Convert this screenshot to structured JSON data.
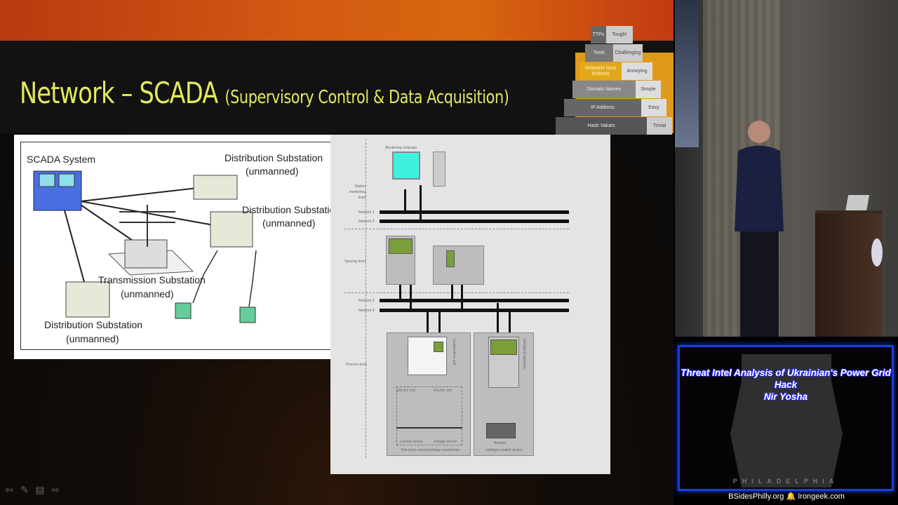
{
  "slide": {
    "title_main": "Network – SCADA",
    "title_sub": "(Supervisory Control & Data Acquisition)",
    "pyramid": [
      {
        "left": "TTPs",
        "right": "Tough!"
      },
      {
        "left": "Tools",
        "right": "Challenging"
      },
      {
        "left": "Network/ Host Artifacts",
        "right": "Annoying"
      },
      {
        "left": "Domain Names",
        "right": "Simple"
      },
      {
        "left": "IP Address",
        "right": "Easy"
      },
      {
        "left": "Hash Values",
        "right": "Trivial"
      }
    ],
    "left_diagram": {
      "scada": "SCADA System",
      "dist1": "Distribution Substation",
      "dist1b": "(unmanned)",
      "dist2": "Distribution Substation",
      "dist2b": "(unmanned)",
      "trans": "Transmission Substation",
      "transb": "(unmanned)",
      "dist3": "Distribution Substation",
      "dist3b": "(unmanned)"
    },
    "right_diagram": {
      "monitoring_computer": "Monitoring computer",
      "station_level": "Station monitoring level",
      "network1": "Network 1",
      "network2": "Network 2",
      "spacing_level": "Spacing level",
      "network3": "Network 3",
      "network4": "Network 4",
      "process_level": "Process level",
      "combination_unit": "Combination unit",
      "electric_unit_1": "Electric unit",
      "electric_unit_2": "Electric unit",
      "current_sensor": "Current sensor",
      "voltage_sensor": "Voltage sensor",
      "transformer": "Electronic current/voltage transformer",
      "intelligent_operation": "Intelligent operation",
      "breaker": "Breaker",
      "switch_device": "Intelligent switch device"
    },
    "nav_icons": [
      "arrow-left-icon",
      "pen-icon",
      "menu-icon",
      "arrow-right-icon"
    ],
    "title_color": "#e3e85c"
  },
  "overlay": {
    "talk_title": "Threat Intel Analysis of Ukrainian's Power Grid Hack",
    "speaker": "Nir Yosha",
    "logo_text": "PHILADELPHIA",
    "footer_left": "BSidesPhilly.org",
    "footer_right": "Irongeek.com",
    "border_color": "#1a3fd8"
  }
}
